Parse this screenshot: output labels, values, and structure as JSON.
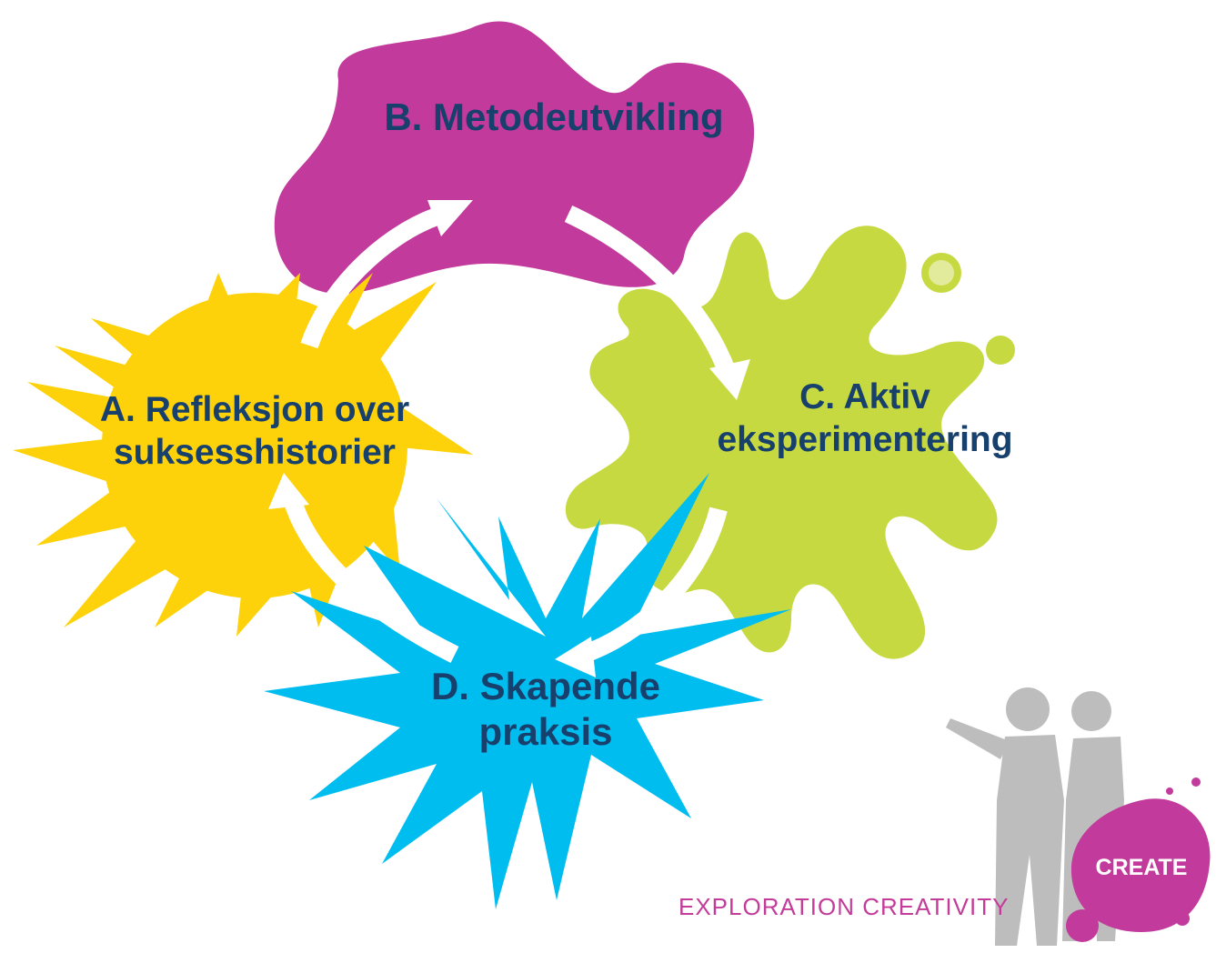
{
  "colors": {
    "yellow": "#fdd20a",
    "magenta": "#c23a9c",
    "lime": "#c7d940",
    "cyan": "#00bdf0",
    "text": "#17406d",
    "figure": "#bdbdbd"
  },
  "stages": {
    "a": {
      "line1": "A. Refleksjon over",
      "line2": "suksesshistorier"
    },
    "b": {
      "line1": "B. Metodeutvikling"
    },
    "c": {
      "line1": "C. Aktiv",
      "line2": "eksperimentering"
    },
    "d": {
      "line1": "D. Skapende",
      "line2": "praksis"
    }
  },
  "logo": {
    "brand": "CREATE",
    "tagline": "EXPLORATION CREATIVITY",
    "icon": "two-people-pointing-icon"
  }
}
